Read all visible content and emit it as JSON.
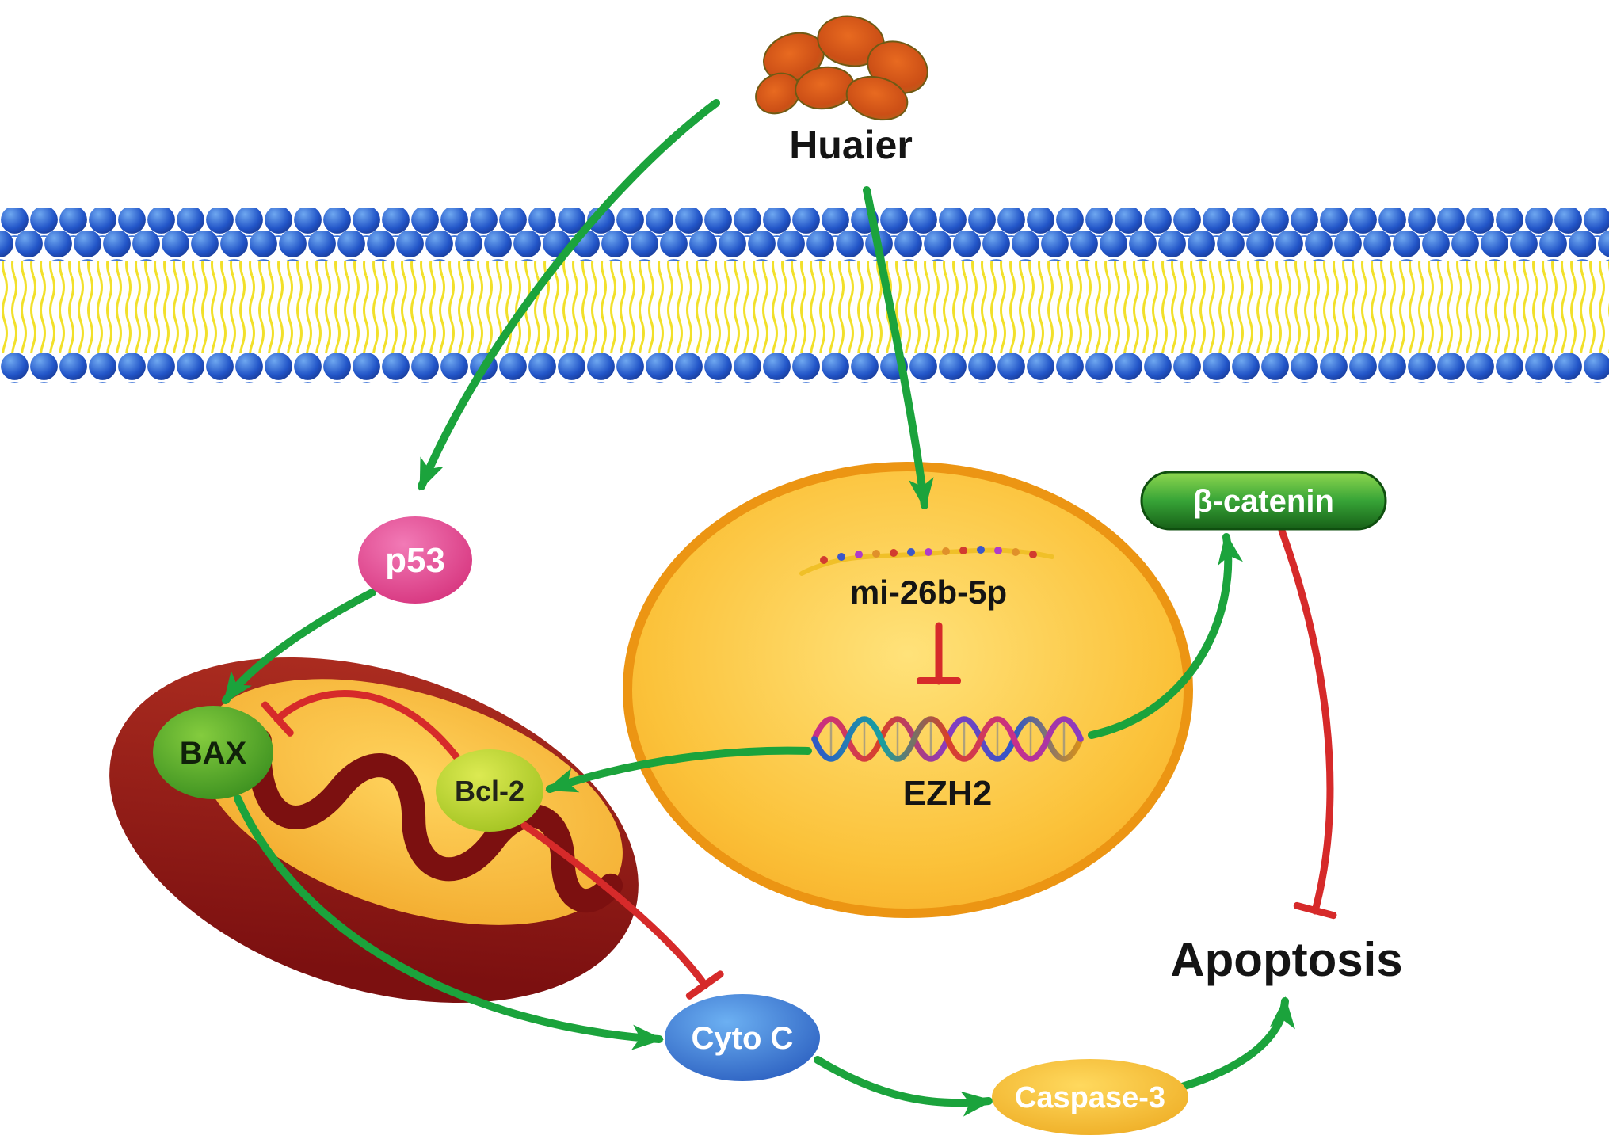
{
  "figure": {
    "type": "signaling-pathway-diagram",
    "nodes": {
      "huaier": {
        "label": "Huaier"
      },
      "p53": {
        "label": "p53",
        "color": "#d93a82"
      },
      "bax": {
        "label": "BAX",
        "color": "#4fae2d"
      },
      "bcl2": {
        "label": "Bcl-2",
        "color": "#b8d435"
      },
      "mi26b5p": {
        "label": "mi-26b-5p"
      },
      "ezh2": {
        "label": "EZH2"
      },
      "beta_catenin": {
        "label": "β-catenin",
        "color": "#37a437"
      },
      "cytoc": {
        "label": "Cyto C",
        "color": "#2d62c8"
      },
      "caspase3": {
        "label": "Caspase-3",
        "color": "#f2b02c"
      },
      "apoptosis": {
        "label": "Apoptosis"
      }
    },
    "edges": [
      {
        "from": "Huaier",
        "to": "p53",
        "type": "activation"
      },
      {
        "from": "Huaier",
        "to": "mi-26b-5p",
        "type": "activation"
      },
      {
        "from": "mi-26b-5p",
        "to": "EZH2",
        "type": "inhibition"
      },
      {
        "from": "EZH2",
        "to": "Bcl-2",
        "type": "activation"
      },
      {
        "from": "EZH2",
        "to": "β-catenin",
        "type": "activation"
      },
      {
        "from": "β-catenin",
        "to": "Apoptosis",
        "type": "inhibition"
      },
      {
        "from": "p53",
        "to": "BAX",
        "type": "activation"
      },
      {
        "from": "Bcl-2",
        "to": "BAX",
        "type": "inhibition"
      },
      {
        "from": "Bcl-2",
        "to": "Cyto C",
        "type": "inhibition"
      },
      {
        "from": "BAX",
        "to": "Cyto C",
        "type": "activation"
      },
      {
        "from": "Cyto C",
        "to": "Caspase-3",
        "type": "activation"
      },
      {
        "from": "Caspase-3",
        "to": "Apoptosis",
        "type": "activation"
      }
    ],
    "colors": {
      "activation": "#1ba33c",
      "inhibition": "#d62a2a",
      "membrane_head": "#1d45b8",
      "membrane_tail": "#f2e02a",
      "nucleus": "#f6b12a",
      "mitochondrion": "#9c1a1a"
    }
  }
}
